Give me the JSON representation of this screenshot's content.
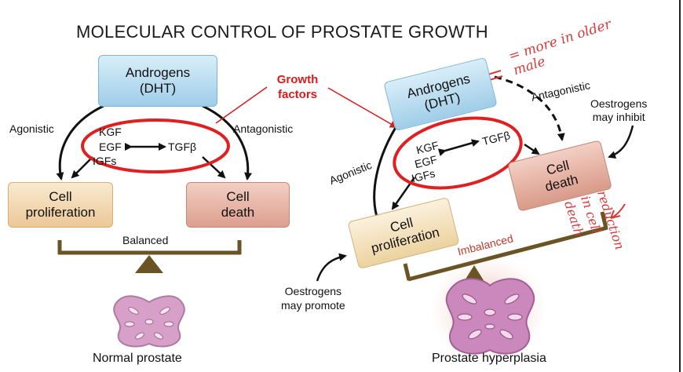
{
  "title": "MOLECULAR CONTROL OF PROSTATE GROWTH",
  "growth_factors_label": "Growth factors",
  "left": {
    "androgens": [
      "Androgens",
      "(DHT)"
    ],
    "agonistic": "Agonistic",
    "antagonistic": "Antagonistic",
    "factors": [
      "KGF",
      "EGF",
      "TGFβ",
      "IGFs"
    ],
    "proliferation": [
      "Cell",
      "proliferation"
    ],
    "death": [
      "Cell",
      "death"
    ],
    "balance": "Balanced",
    "caption": "Normal prostate"
  },
  "right": {
    "androgens": [
      "Androgens",
      "(DHT)"
    ],
    "agonistic": "Agonistic",
    "antagonistic": "Antagonistic",
    "factors": [
      "KGF",
      "EGF",
      "TGFβ",
      "IGFs"
    ],
    "proliferation": [
      "Cell",
      "proliferation"
    ],
    "death": [
      "Cell",
      "death"
    ],
    "balance": "Imbalanced",
    "oestrogens_inhibit": [
      "Oestrogens",
      "may inhibit"
    ],
    "oestrogens_promote": [
      "Oestrogens",
      "may promote"
    ],
    "caption": "Prostate hyperplasia"
  },
  "annotations": {
    "androgens_note": "= more in older male",
    "death_note": "reduction in cell death"
  },
  "colors": {
    "androgen_box": "#bfe0f2",
    "proliferation_box": "#f3dcb6",
    "death_box": "#e9b6a8",
    "scale": "#6b5424",
    "highlight": "#e02020",
    "prostate": "#c98ab8"
  }
}
